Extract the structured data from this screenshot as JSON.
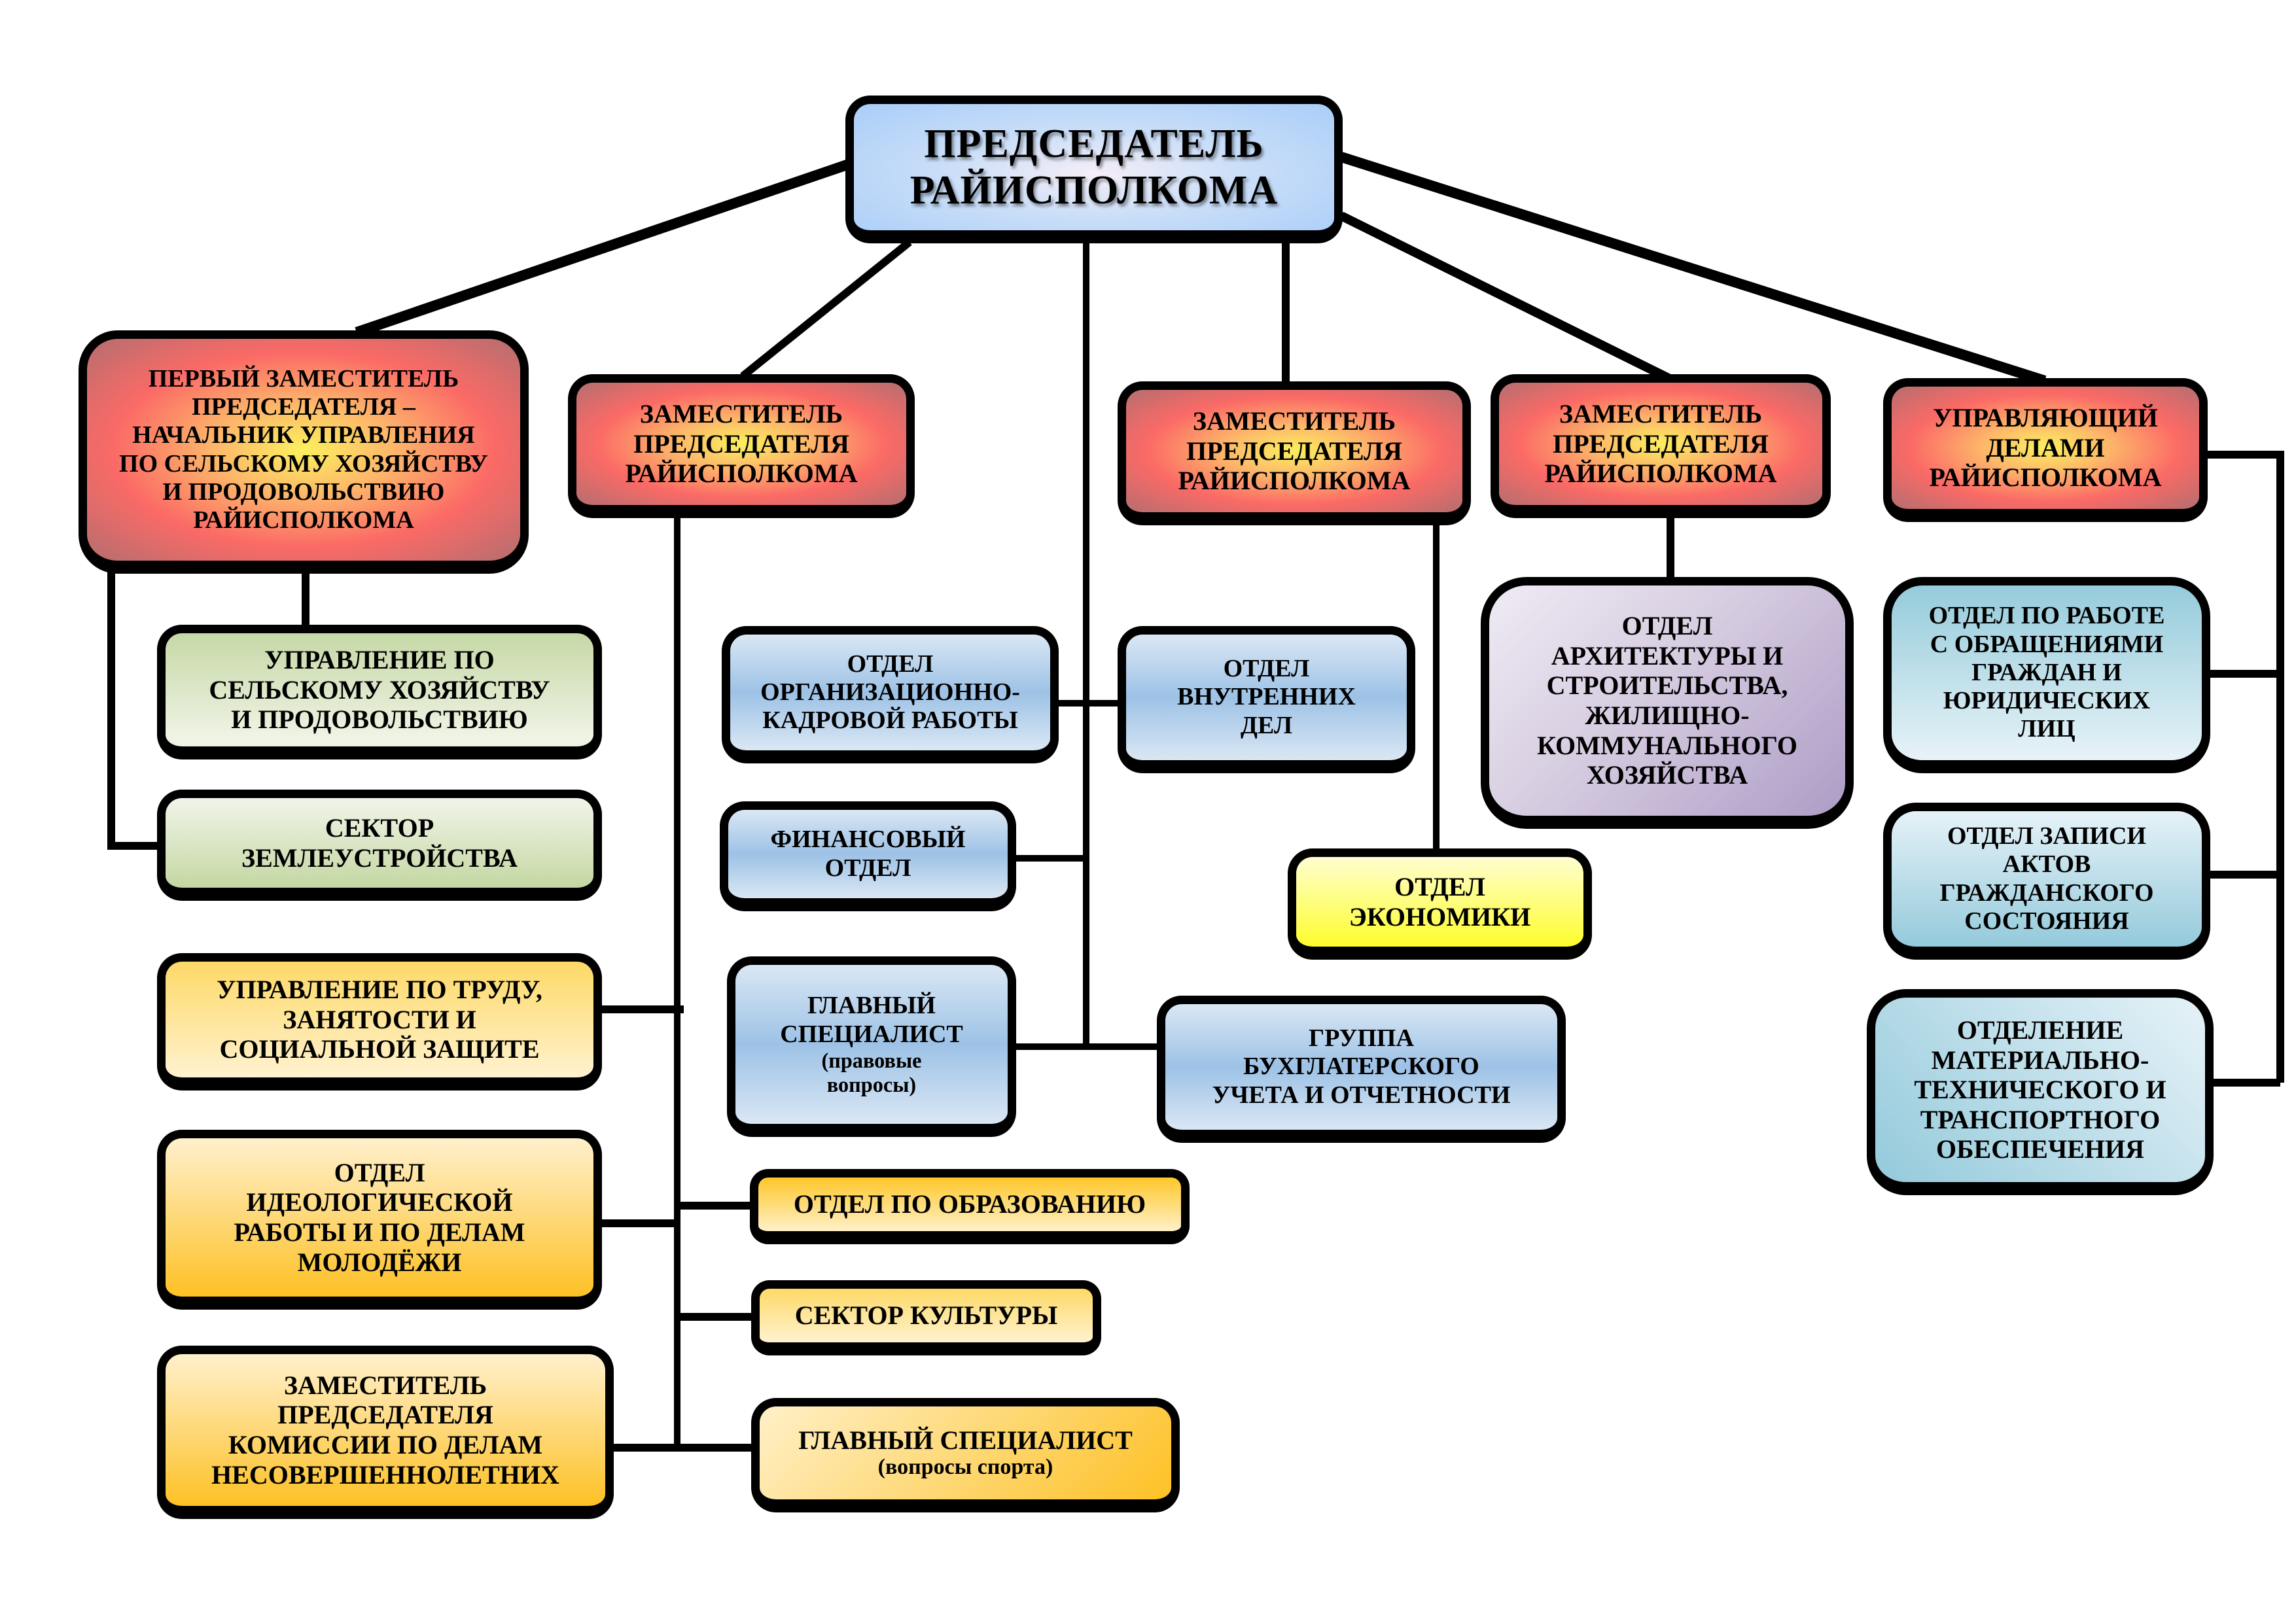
{
  "title": "Структура райисполкома",
  "chairman": {
    "label": "ПРЕДСЕДАТЕЛЬ\nРАЙИСПОЛКОМА"
  },
  "deputies": [
    {
      "id": "first-deputy",
      "label": "ПЕРВЫЙ ЗАМЕСТИТЕЛЬ\nПРЕДСЕДАТЕЛЯ –\nНАЧАЛЬНИК УПРАВЛЕНИЯ\nПО СЕЛЬСКОМУ ХОЗЯЙСТВУ\nИ ПРОДОВОЛЬСТВИЮ\nРАЙИСПОЛКОМА"
    },
    {
      "id": "deputy-2",
      "label": "ЗАМЕСТИТЕЛЬ\nПРЕДСЕДАТЕЛЯ\nРАЙИСПОЛКОМА"
    },
    {
      "id": "deputy-3",
      "label": "ЗАМЕСТИТЕЛЬ\nПРЕДСЕДАТЕЛЯ\nРАЙИСПОЛКОМА"
    },
    {
      "id": "deputy-4",
      "label": "ЗАМЕСТИТЕЛЬ\nПРЕДСЕДАТЕЛЯ\nРАЙИСПОЛКОМА"
    },
    {
      "id": "office-manager",
      "label": "УПРАВЛЯЮЩИЙ\nДЕЛАМИ\nРАЙИСПОЛКОМА"
    }
  ],
  "units": {
    "agriculture": {
      "label": "УПРАВЛЕНИЕ ПО\nСЕЛЬСКОМУ ХОЗЯЙСТВУ\nИ ПРОДОВОЛЬСТВИЮ"
    },
    "land": {
      "label": "СЕКТОР\nЗЕМЛЕУСТРОЙСТВА"
    },
    "labor": {
      "label": "УПРАВЛЕНИЕ ПО ТРУДУ,\nЗАНЯТОСТИ И\nСОЦИАЛЬНОЙ ЗАЩИТЕ"
    },
    "ideology": {
      "label": "ОТДЕЛ\nИДЕОЛОГИЧЕСКОЙ\nРАБОТЫ И ПО ДЕЛАМ\nМОЛОДЁЖИ"
    },
    "minors": {
      "label": "ЗАМЕСТИТЕЛЬ\nПРЕДСЕДАТЕЛЯ\nКОМИССИИ ПО ДЕЛАМ\nНЕСОВЕРШЕННОЛЕТНИХ"
    },
    "education": {
      "label": "ОТДЕЛ ПО ОБРАЗОВАНИЮ"
    },
    "culture": {
      "label": "СЕКТОР КУЛЬТУРЫ"
    },
    "sport": {
      "label": "ГЛАВНЫЙ СПЕЦИАЛИСТ",
      "note": "(вопросы спорта)"
    },
    "org_cadre": {
      "label": "ОТДЕЛ\nОРГАНИЗАЦИОННО-\nКАДРОВОЙ РАБОТЫ"
    },
    "internal_affairs": {
      "label": "ОТДЕЛ\nВНУТРЕННИХ\nДЕЛ"
    },
    "finance": {
      "label": "ФИНАНСОВЫЙ\nОТДЕЛ"
    },
    "legal": {
      "label": "ГЛАВНЫЙ\nСПЕЦИАЛИСТ",
      "note": "(правовые\nвопросы)"
    },
    "accounting": {
      "label": "ГРУППА\nБУХГЛАТЕРСКОГО\nУЧЕТА И ОТЧЕТНОСТИ"
    },
    "economics": {
      "label": "ОТДЕЛ\nЭКОНОМИКИ"
    },
    "architecture": {
      "label": "ОТДЕЛ\nАРХИТЕКТУРЫ И\nСТРОИТЕЛЬСТВА,\nЖИЛИЩНО-\nКОММУНАЛЬНОГО\nХОЗЯЙСТВА"
    },
    "citizens": {
      "label": "ОТДЕЛ ПО РАБОТЕ\nС ОБРАЩЕНИЯМИ\nГРАЖДАН И\nЮРИДИЧЕСКИХ\nЛИЦ"
    },
    "registry": {
      "label": "ОТДЕЛ ЗАПИСИ\nАКТОВ\nГРАЖДАНСКОГО\nСОСТОЯНИЯ"
    },
    "logistics": {
      "label": "ОТДЕЛЕНИЕ\nМАТЕРИАЛЬНО-\nТЕХНИЧЕСКОГО И\nТРАНСПОРТНОГО\nОБЕСПЕЧЕНИЯ"
    }
  },
  "colors": {
    "line": "#000000",
    "chairman": "#a9cdf9",
    "deputy": "#fb6a66",
    "agriculture": "#c6d8a6",
    "social": "#fec125",
    "administrative": "#9dc2e6",
    "economics": "#fefd2c",
    "architecture": "#ad9cc6",
    "manager_units": "#94cadb"
  }
}
